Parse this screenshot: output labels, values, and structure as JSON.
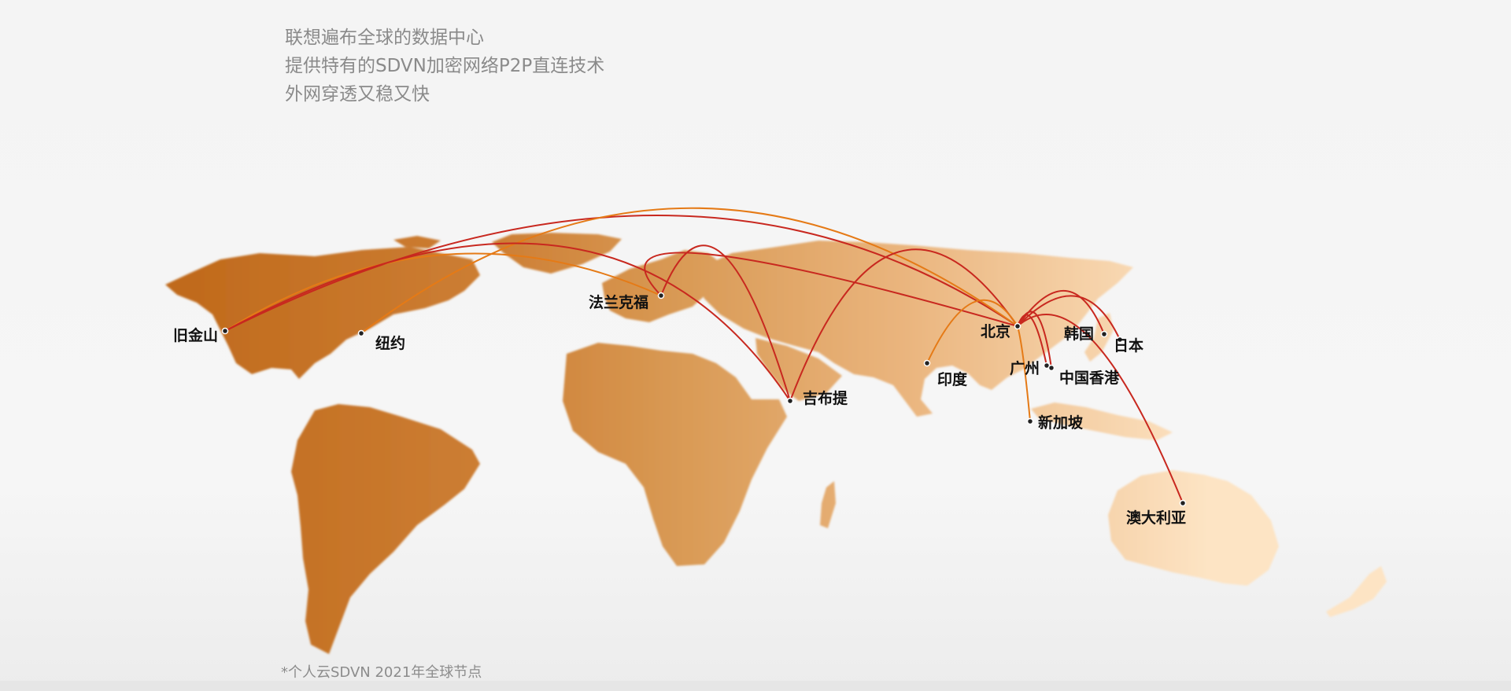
{
  "headline": {
    "line1": "联想遍布全球的数据中心",
    "line2": "提供特有的SDVN加密网络P2P直连技术",
    "line3": "外网穿透又稳又快"
  },
  "footnote": "*个人云SDVN 2021年全球节点",
  "colors": {
    "land_dark": "#c06a1c",
    "land_mid": "#d99a55",
    "land_light": "#fde4c4",
    "route_red": "#c8281f",
    "route_orange": "#e57a16"
  },
  "cities": {
    "sanfrancisco": "旧金山",
    "newyork": "纽约",
    "frankfurt": "法兰克福",
    "djibouti": "吉布提",
    "india": "印度",
    "beijing": "北京",
    "korea": "韩国",
    "japan": "日本",
    "guangzhou": "广州",
    "hongkong": "中国香港",
    "singapore": "新加坡",
    "australia": "澳大利亚"
  },
  "routes": [
    {
      "from": "beijing",
      "to": "sanfrancisco"
    },
    {
      "from": "beijing",
      "to": "newyork"
    },
    {
      "from": "beijing",
      "to": "frankfurt"
    },
    {
      "from": "beijing",
      "to": "djibouti"
    },
    {
      "from": "beijing",
      "to": "india"
    },
    {
      "from": "beijing",
      "to": "korea"
    },
    {
      "from": "beijing",
      "to": "japan"
    },
    {
      "from": "beijing",
      "to": "guangzhou"
    },
    {
      "from": "beijing",
      "to": "hongkong"
    },
    {
      "from": "beijing",
      "to": "singapore"
    },
    {
      "from": "beijing",
      "to": "australia"
    },
    {
      "from": "frankfurt",
      "to": "djibouti"
    },
    {
      "from": "frankfurt",
      "to": "sanfrancisco"
    },
    {
      "from": "djibouti",
      "to": "sanfrancisco"
    }
  ]
}
